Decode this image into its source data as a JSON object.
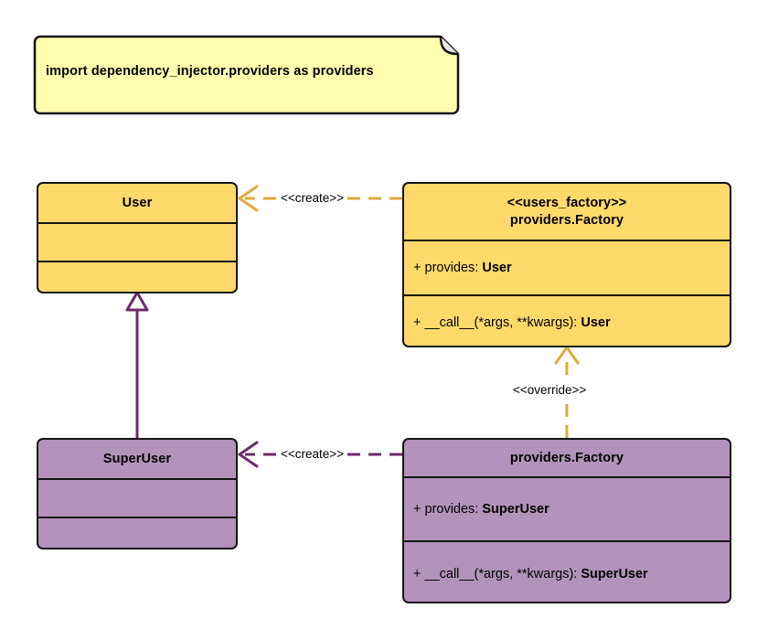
{
  "diagram": {
    "title": "UML class diagram: providers.Factory overriding",
    "background": "#ffffff",
    "colors": {
      "yellow_fill": "#FFDA6B",
      "purple_fill": "#B392BC",
      "note_fill": "#FFFFAD",
      "outline": "#141414",
      "yellow_edge": "#E0A93B",
      "purple_edge": "#6B2D6B"
    }
  },
  "note": {
    "text": "import dependency_injector.providers as providers",
    "fill": "#FFFFAD"
  },
  "classes": {
    "user": {
      "name": "User",
      "stereotype": "",
      "attributes": [],
      "methods": [],
      "fill": "#FFDA6B"
    },
    "users_factory": {
      "stereotype": "<<users_factory>>",
      "name": "providers.Factory",
      "attributes": [
        {
          "visibility": "+",
          "text": "provides: ",
          "type": "User"
        }
      ],
      "methods": [
        {
          "visibility": "+",
          "text": "__call__(*args, **kwargs): ",
          "type": "User"
        }
      ],
      "fill": "#FFDA6B"
    },
    "superuser": {
      "name": "SuperUser",
      "stereotype": "",
      "attributes": [],
      "methods": [],
      "fill": "#B392BC"
    },
    "override_factory": {
      "stereotype": "",
      "name": "providers.Factory",
      "attributes": [
        {
          "visibility": "+",
          "text": "provides: ",
          "type": "SuperUser"
        }
      ],
      "methods": [
        {
          "visibility": "+",
          "text": "__call__(*args, **kwargs): ",
          "type": "SuperUser"
        }
      ],
      "fill": "#B392BC"
    }
  },
  "edges": {
    "create_user": {
      "label": "<<create>>",
      "kind": "dependency",
      "style": "dashed",
      "color": "#E0A93B",
      "from": "users_factory",
      "to": "user"
    },
    "create_superuser": {
      "label": "<<create>>",
      "kind": "dependency",
      "style": "dashed",
      "color": "#6B2D6B",
      "from": "override_factory",
      "to": "superuser"
    },
    "override": {
      "label": "<<override>>",
      "kind": "dependency",
      "style": "dashed",
      "color": "#E0A93B",
      "from": "override_factory",
      "to": "users_factory"
    },
    "generalization": {
      "label": "",
      "kind": "generalization",
      "style": "solid",
      "color": "#6B2D6B",
      "from": "superuser",
      "to": "user"
    }
  }
}
